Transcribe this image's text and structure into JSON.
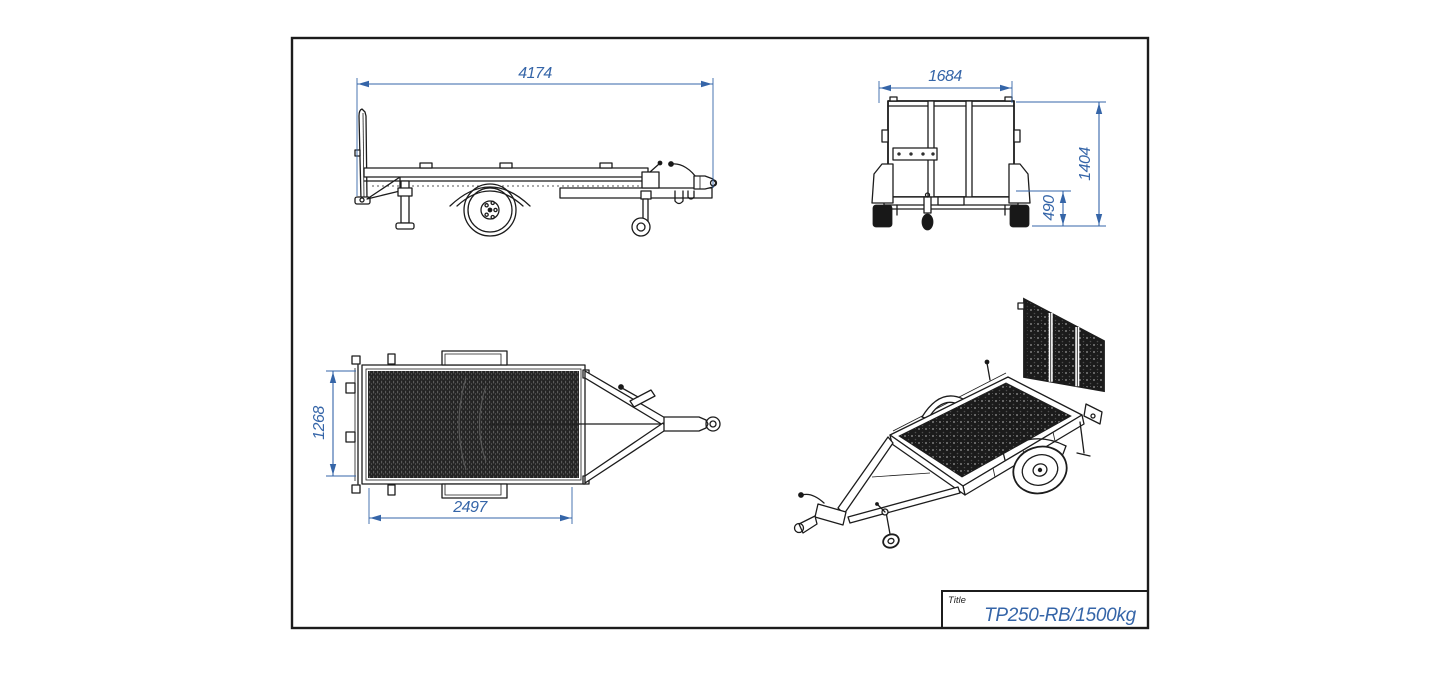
{
  "colors": {
    "dimension-blue": "#3565a8",
    "line-black": "#1c1c1c"
  },
  "title_block": {
    "label": "Title",
    "value": "TP250-RB/1500kg"
  },
  "dimensions": {
    "overall_length": "4174",
    "overall_width": "1684",
    "overall_height": "1404",
    "bed_height": "490",
    "bed_width": "1268",
    "bed_length": "2497"
  }
}
